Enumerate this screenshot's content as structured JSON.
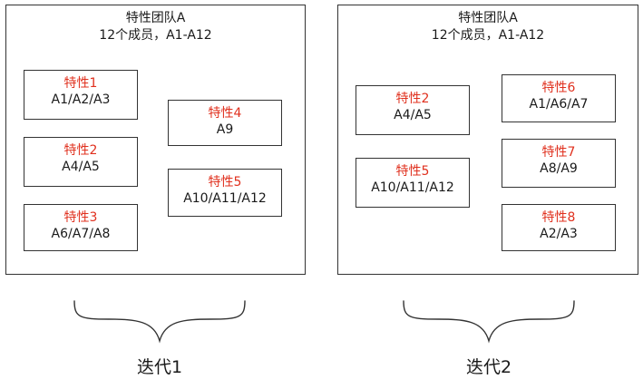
{
  "teams": [
    {
      "title": "特性团队A",
      "subtitle": "12个成员，A1-A12",
      "features": [
        {
          "name": "特性1",
          "members": "A1/A2/A3"
        },
        {
          "name": "特性2",
          "members": "A4/A5"
        },
        {
          "name": "特性3",
          "members": "A6/A7/A8"
        },
        {
          "name": "特性4",
          "members": "A9"
        },
        {
          "name": "特性5",
          "members": "A10/A11/A12"
        }
      ]
    },
    {
      "title": "特性团队A",
      "subtitle": "12个成员，A1-A12",
      "features": [
        {
          "name": "特性2",
          "members": "A4/A5"
        },
        {
          "name": "特性5",
          "members": "A10/A11/A12"
        },
        {
          "name": "特性6",
          "members": "A1/A6/A7"
        },
        {
          "name": "特性7",
          "members": "A8/A9"
        },
        {
          "name": "特性8",
          "members": "A2/A3"
        }
      ]
    }
  ],
  "iterations": [
    "迭代1",
    "迭代2"
  ],
  "colors": {
    "feature_name": "#e0301e",
    "border": "#333333",
    "text": "#1a1a1a"
  }
}
